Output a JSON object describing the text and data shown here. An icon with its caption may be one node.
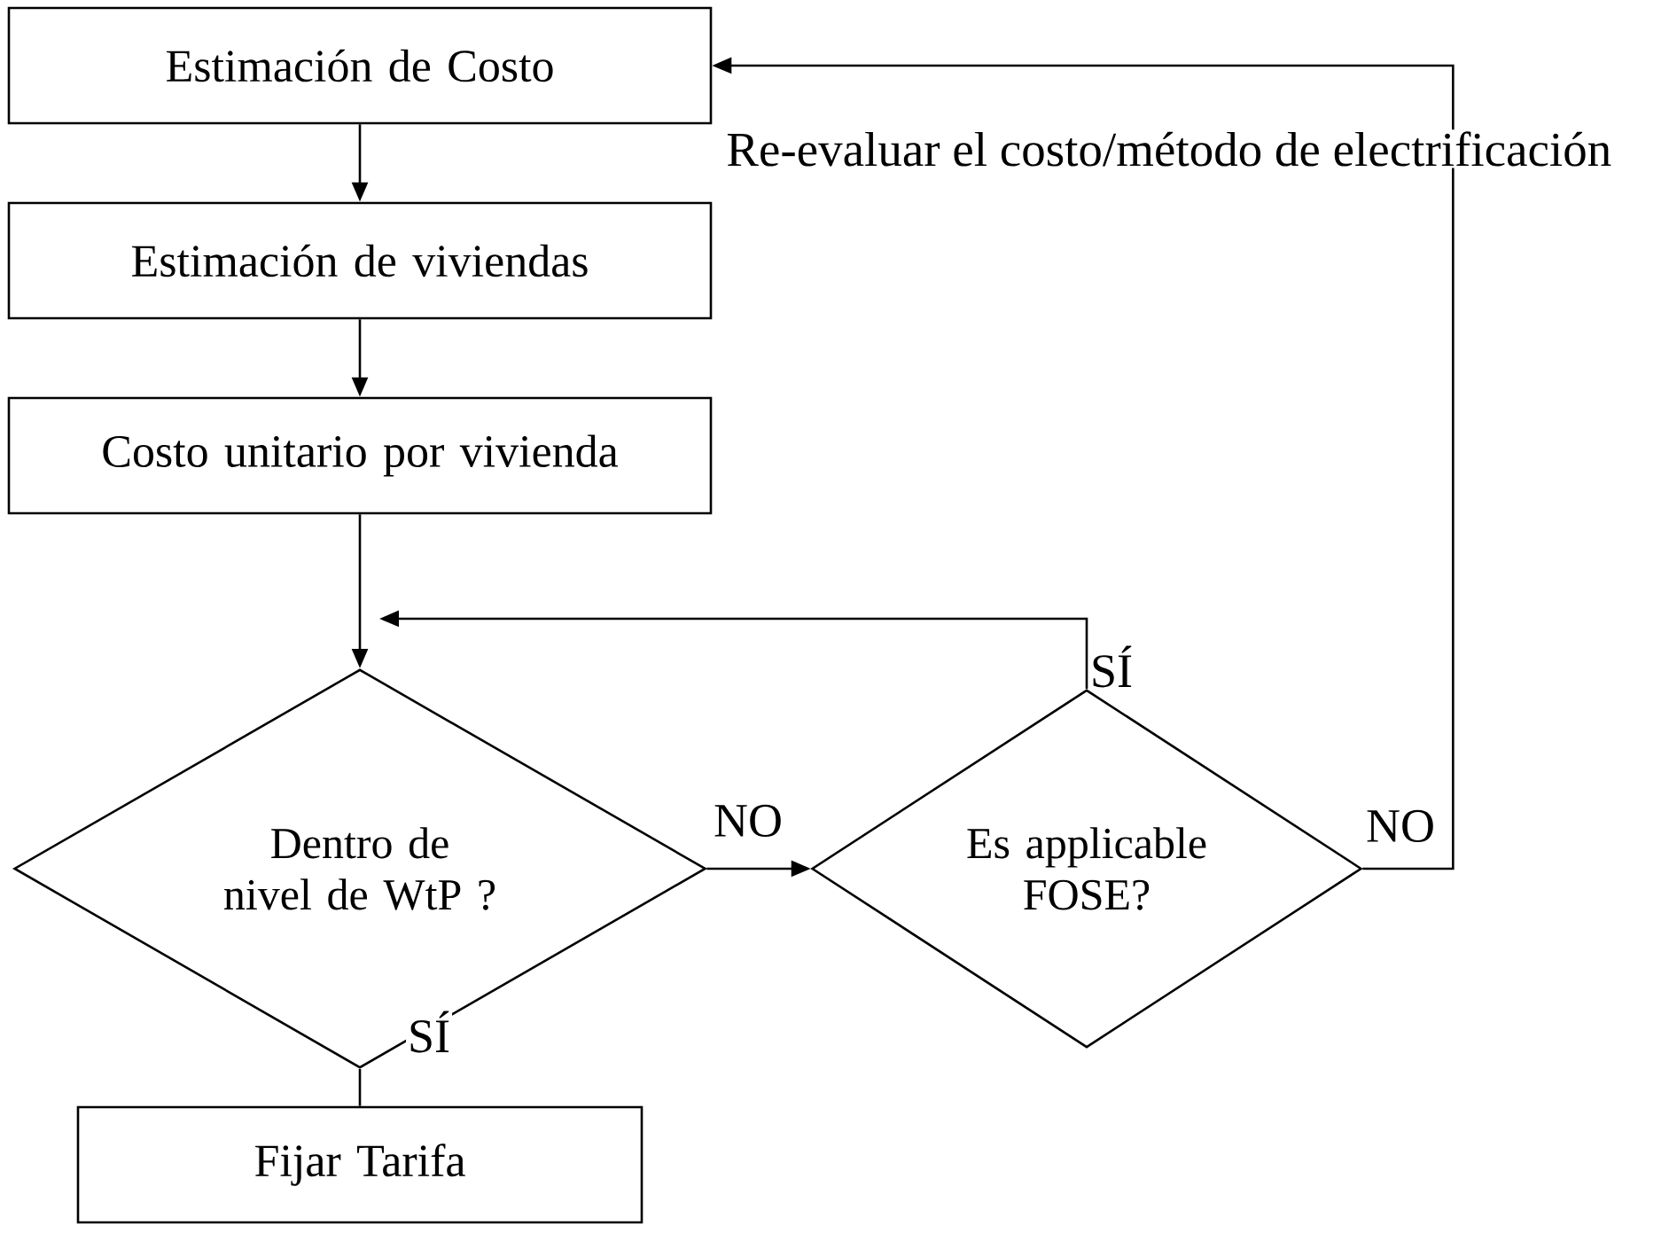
{
  "diagram": {
    "nodes": [
      {
        "text": [
          "Estimación de Costo"
        ]
      },
      {
        "text": [
          "Estimación de viviendas"
        ]
      },
      {
        "text": [
          "Costo unitario por vivienda"
        ]
      },
      {
        "text": [
          "Dentro de nivel de WtP ?"
        ]
      },
      {
        "text": [
          "Es applicable FOSE?"
        ]
      },
      {
        "text": [
          "Fijar Tarifa"
        ]
      }
    ],
    "edges": [
      {
        "from": 0,
        "to": 1,
        "arrow": "to"
      },
      {
        "from": 1,
        "to": 2,
        "arrow": "to"
      },
      {
        "from": 2,
        "to": 3,
        "arrow": "to"
      },
      {
        "from": 3,
        "to": 4,
        "arrow": "to",
        "label": "NO"
      },
      {
        "from": 3,
        "to": 5,
        "arrow": "none",
        "label": "SÍ"
      },
      {
        "from": 4,
        "to": 3,
        "arrow": "to",
        "label": "SÍ"
      },
      {
        "from": 4,
        "to": 0,
        "arrow": "to",
        "label": "NO"
      }
    ],
    "labels": [
      "Re-evaluar el costo/método de electrificación"
    ]
  }
}
